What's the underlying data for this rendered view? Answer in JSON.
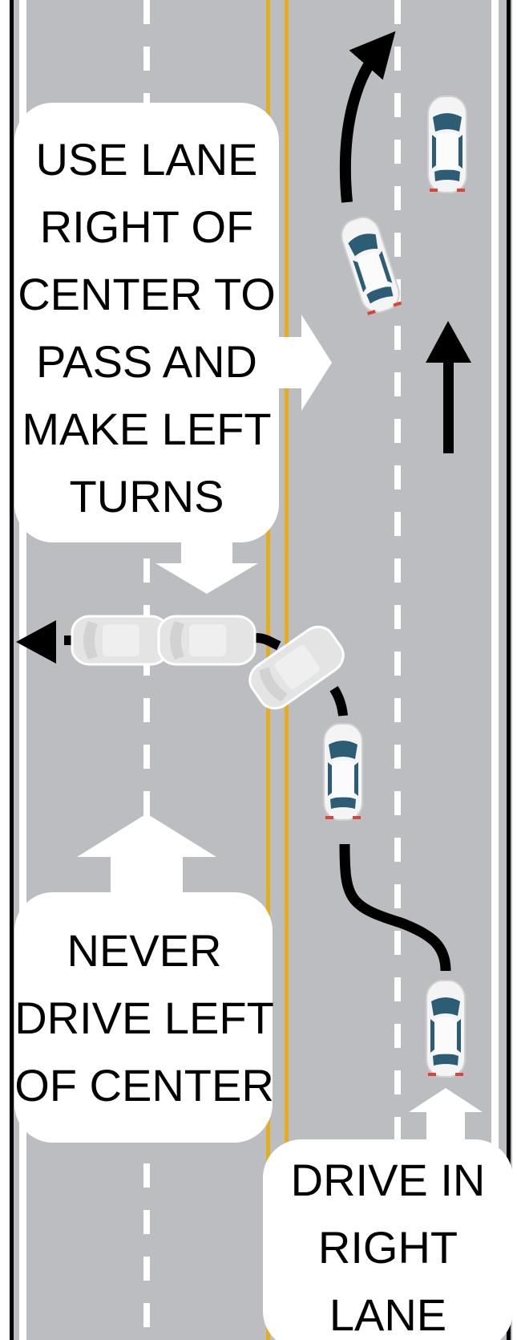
{
  "colors": {
    "road": "#bcbdc0",
    "center_line": "#e6ac1e",
    "lane_marking": "#ffffff",
    "edge_line": "#000000",
    "arrow": "#000000",
    "car_body": "#f4f4f4",
    "car_glass": "#2c5d75",
    "ghost_car": "#e2e2e2",
    "label_box": "#ffffff",
    "label_text": "#000000"
  },
  "labels": {
    "top": [
      "USE LANE",
      "RIGHT OF",
      "CENTER TO",
      "PASS AND",
      "MAKE LEFT",
      "TURNS"
    ],
    "middle": [
      "NEVER",
      "DRIVE LEFT",
      "OF CENTER"
    ],
    "bottom": [
      "DRIVE IN",
      "RIGHT",
      "LANE"
    ]
  },
  "icons": {
    "pointer_arrows": "block-arrow-icon",
    "travel_path": "curved-path-arrow-icon",
    "vehicles": "car-top-view-icon"
  }
}
